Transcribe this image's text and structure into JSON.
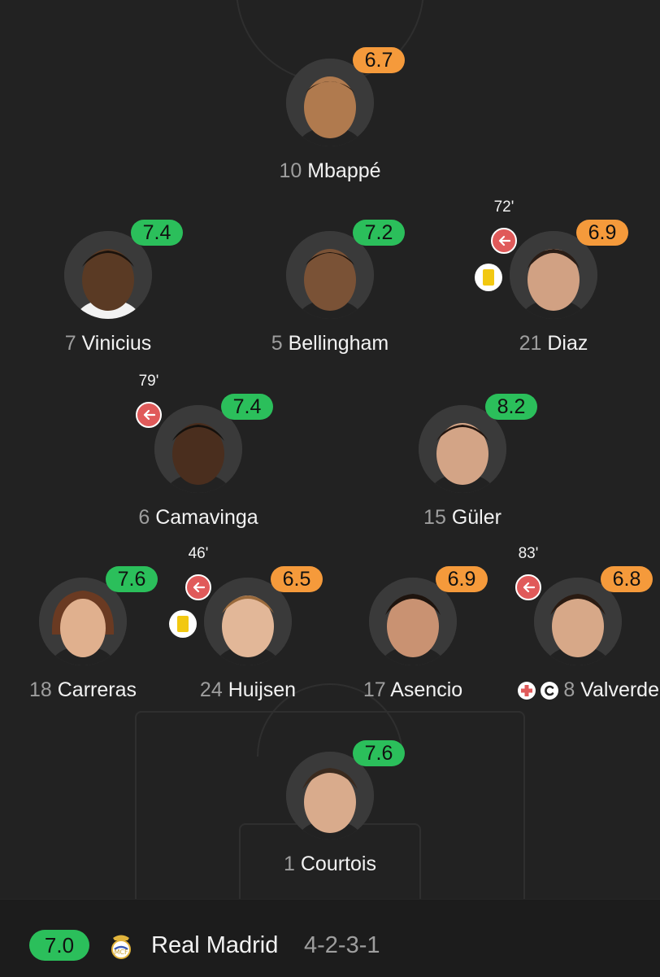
{
  "team": {
    "rating": "7.0",
    "name": "Real Madrid",
    "formation": "4-2-3-1",
    "crest_icon": "real-madrid-crest-icon"
  },
  "colors": {
    "rating_high": "#2bbf5b",
    "rating_mid": "#f59a3b",
    "sub_out": "#e05a5a",
    "yellow_card": "#f2c811"
  },
  "players": [
    {
      "id": "mbappe",
      "number": "10",
      "name": "Mbappé",
      "rating": "6.7",
      "rating_color": "orange"
    },
    {
      "id": "vinicius",
      "number": "7",
      "name": "Vinicius",
      "rating": "7.4",
      "rating_color": "green"
    },
    {
      "id": "bellingham",
      "number": "5",
      "name": "Bellingham",
      "rating": "7.2",
      "rating_color": "green"
    },
    {
      "id": "diaz",
      "number": "21",
      "name": "Diaz",
      "rating": "6.9",
      "rating_color": "orange",
      "sub_minute": "72'",
      "yellow_card": true
    },
    {
      "id": "camavinga",
      "number": "6",
      "name": "Camavinga",
      "rating": "7.4",
      "rating_color": "green",
      "sub_minute": "79'"
    },
    {
      "id": "guler",
      "number": "15",
      "name": "Güler",
      "rating": "8.2",
      "rating_color": "green"
    },
    {
      "id": "carreras",
      "number": "18",
      "name": "Carreras",
      "rating": "7.6",
      "rating_color": "green"
    },
    {
      "id": "huijsen",
      "number": "24",
      "name": "Huijsen",
      "rating": "6.5",
      "rating_color": "orange",
      "sub_minute": "46'",
      "yellow_card": true
    },
    {
      "id": "asencio",
      "number": "17",
      "name": "Asencio",
      "rating": "6.9",
      "rating_color": "orange"
    },
    {
      "id": "valverde",
      "number": "8",
      "name": "Valverde",
      "rating": "6.8",
      "rating_color": "orange",
      "sub_minute": "83'",
      "injury_icon": "medical-cross-icon",
      "captain_icon": "captain-c-icon"
    },
    {
      "id": "courtois",
      "number": "1",
      "name": "Courtois",
      "rating": "7.6",
      "rating_color": "green"
    }
  ]
}
